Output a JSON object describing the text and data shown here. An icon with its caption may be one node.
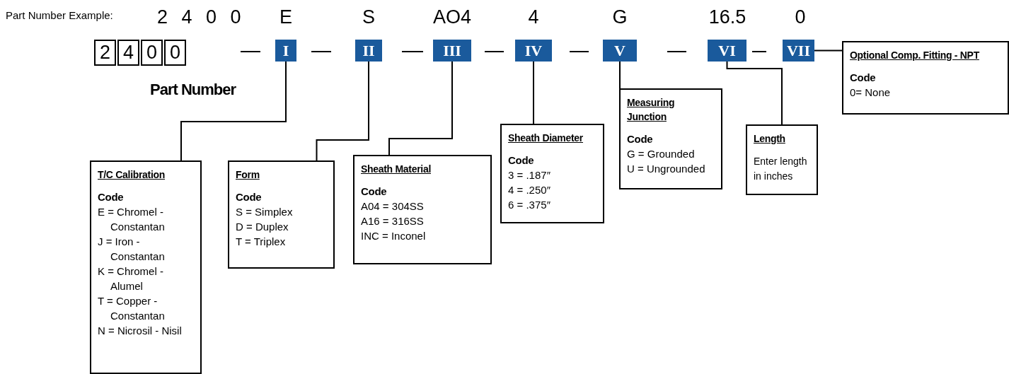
{
  "diagram": {
    "nodes": [
      {
        "text": [
          "I"
        ]
      },
      {
        "text": [
          "II"
        ]
      },
      {
        "text": [
          "III"
        ]
      },
      {
        "text": [
          "IV"
        ]
      },
      {
        "text": [
          "V"
        ]
      },
      {
        "text": [
          "VI"
        ]
      },
      {
        "text": [
          "VII"
        ]
      },
      {
        "text": [
          "T/C Calibration",
          "Code",
          "E = Chromel - Constantan",
          "J = Iron - Constantan",
          "K = Chromel - Alumel",
          "T = Copper - Constantan",
          "N = Nicrosil - Nisil"
        ]
      },
      {
        "text": [
          "Form",
          "Code",
          "S = Simplex",
          "D = Duplex",
          "T = Triplex"
        ]
      },
      {
        "text": [
          "Sheath Material",
          "Code",
          "A04 = 304SS",
          "A16 = 316SS",
          "INC = Inconel"
        ]
      },
      {
        "text": [
          "Sheath Diameter",
          "Code",
          "3 = .187″",
          "4 = .250″",
          "6 = .375″"
        ]
      },
      {
        "text": [
          "Measuring Junction",
          "Code",
          "G = Grounded",
          "U = Ungrounded"
        ]
      },
      {
        "text": [
          "Length",
          "Enter length in inches"
        ]
      },
      {
        "text": [
          "Optional Comp. Fitting - NPT",
          "Code",
          "0= None"
        ]
      }
    ],
    "edges": [
      {
        "from": 0,
        "to": 7,
        "arrow": "none"
      },
      {
        "from": 1,
        "to": 8,
        "arrow": "none"
      },
      {
        "from": 2,
        "to": 9,
        "arrow": "none"
      },
      {
        "from": 3,
        "to": 10,
        "arrow": "none"
      },
      {
        "from": 4,
        "to": 11,
        "arrow": "none"
      },
      {
        "from": 5,
        "to": 12,
        "arrow": "none"
      },
      {
        "from": 6,
        "to": 13,
        "arrow": "none"
      }
    ],
    "labels": [
      "Part Number Example:",
      "2 4 0 0",
      "E",
      "S",
      "AO4",
      "4",
      "G",
      "16.5",
      "0",
      "2",
      "4",
      "0",
      "0",
      "Part Number"
    ]
  }
}
